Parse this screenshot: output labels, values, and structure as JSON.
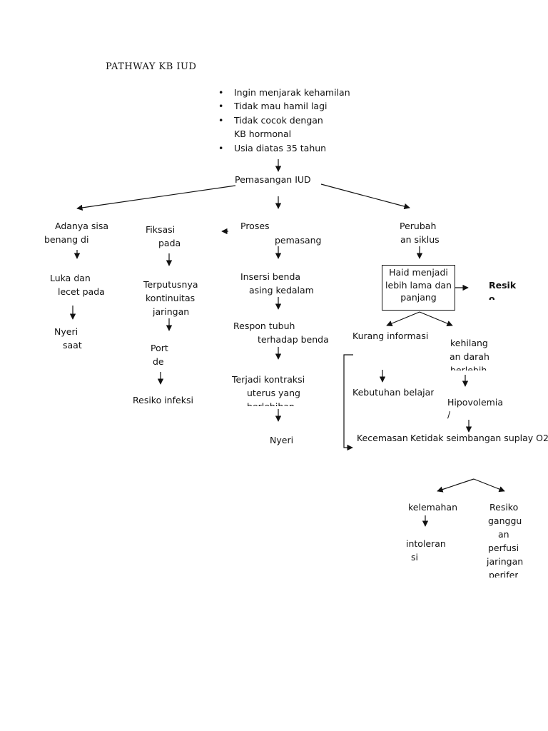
{
  "title": "PATHWAY KB IUD",
  "indications": [
    "Ingin menjarak kehamilan",
    "Tidak mau hamil lagi",
    "Tidak cocok dengan",
    "KB hormonal",
    "Usia diatas 35 tahun"
  ],
  "nodes": {
    "pemasangan": "Pemasangan IUD",
    "left": {
      "adanya_1": "Adanya sisa",
      "adanya_2": "benang di",
      "luka_1": "Luka dan",
      "luka_2": "lecet pada",
      "nyeri_1": "Nyeri",
      "nyeri_2": "saat"
    },
    "fiksasi": {
      "fiksasi_1": "Fiksasi",
      "fiksasi_2": "pada",
      "terputus_1": "Terputusnya",
      "terputus_2": "kontinuitas",
      "terputus_3": "jaringan",
      "port_1": "Port",
      "port_2": "de",
      "resiko_infeksi": "Resiko infeksi"
    },
    "proses": {
      "proses_1": "Proses",
      "proses_2": "pemasang",
      "insersi_1": "Insersi benda",
      "insersi_2": "asing kedalam",
      "respon_1": "Respon tubuh",
      "respon_2": "terhadap benda",
      "kontraksi_1": "Terjadi kontraksi",
      "kontraksi_2": "uterus yang",
      "kontraksi_3": "berlebihan",
      "nyeri": "Nyeri"
    },
    "siklus": {
      "perubah_1": "Perubah",
      "perubah_2": "an siklus",
      "haid_1": "Haid menjadi",
      "haid_2": "lebih lama dan",
      "haid_3": "panjang",
      "resiko_1": "Resik",
      "resiko_2": "o",
      "kurang_informasi": "Kurang informasi",
      "kebutuhan_belajar": "Kebutuhan belajar",
      "kecemasan": "Kecemasan",
      "kehilangan_1": "kehilang",
      "kehilangan_2": "an darah",
      "kehilangan_3": "berlebih",
      "hipovolemia": "Hipovolemia",
      "hipovolemia_slash": "/",
      "ketidak": "Ketidak seimbangan suplay O2",
      "kelemahan": "kelemahan",
      "intoleransi_1": "intoleran",
      "intoleransi_2": "si",
      "resiko_gangguan_1": "Resiko",
      "resiko_gangguan_2": "ganggu",
      "resiko_gangguan_3": "an",
      "resiko_gangguan_4": "perfusi",
      "resiko_gangguan_5": "jaringan",
      "resiko_gangguan_6": "perifer"
    }
  }
}
